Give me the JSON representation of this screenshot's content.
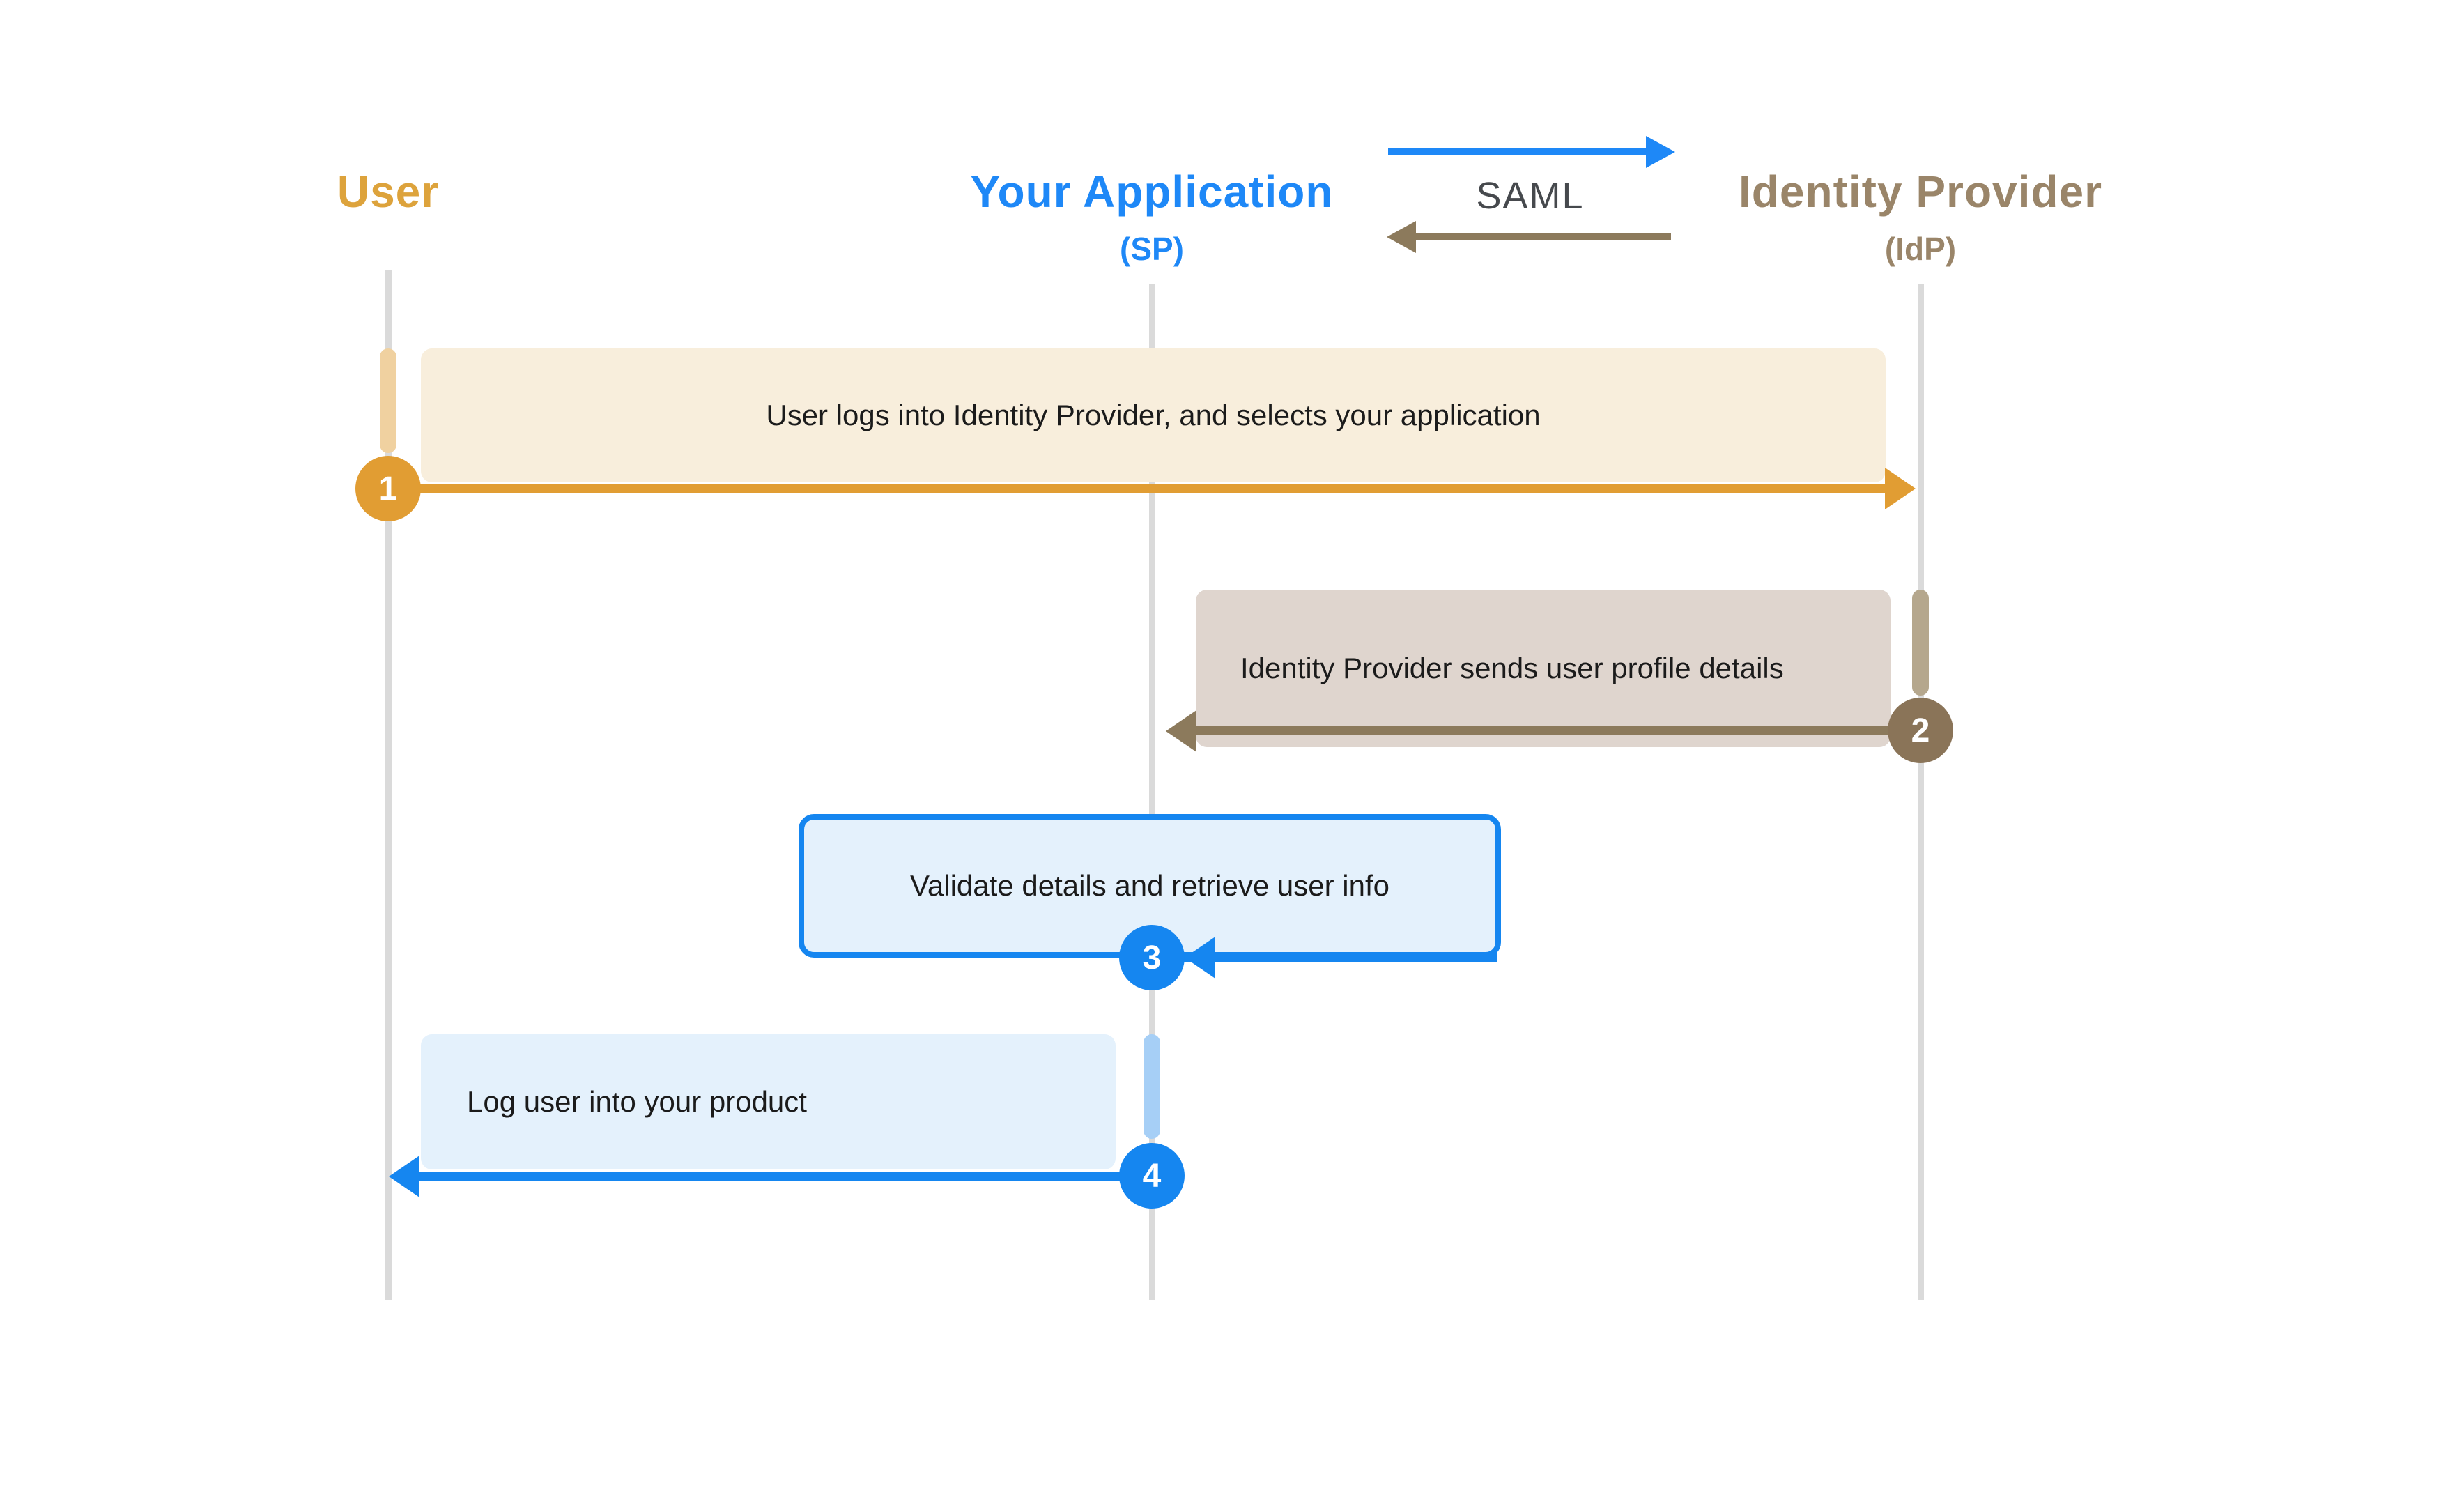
{
  "diagram": {
    "type": "sequence-diagram",
    "actors": [
      {
        "name": "User",
        "subtitle": "",
        "color": "#DDA33C"
      },
      {
        "name": "Your Application",
        "subtitle": "(SP)",
        "color": "#1E88F7"
      },
      {
        "name": "Identity Provider",
        "subtitle": "(IdP)",
        "color": "#9A8569"
      }
    ],
    "legend": {
      "label": "SAML",
      "forward_arrow_color": "#1E88F7",
      "return_arrow_color": "#8C7A5C",
      "text_color": "#46494D"
    },
    "steps": [
      {
        "num": "1",
        "label": "User logs into Identity Provider, and selects your application",
        "from": "User",
        "to": "Identity Provider",
        "arrow_color": "#E19D33",
        "box_color": "#F8EEDC"
      },
      {
        "num": "2",
        "label": "Identity Provider sends user profile details",
        "from": "Identity Provider",
        "to": "Your Application",
        "arrow_color": "#8C7A5C",
        "box_color": "#DFD5CE"
      },
      {
        "num": "3",
        "label": "Validate details and retrieve user info",
        "from": "Your Application",
        "to": "Your Application",
        "arrow_color": "#1586F0",
        "box_color": "#E4F1FC"
      },
      {
        "num": "4",
        "label": "Log user into your product",
        "from": "Your Application",
        "to": "User",
        "arrow_color": "#1586F0",
        "box_color": "#E4F1FC"
      }
    ],
    "lifeline_color": "#DADADA"
  }
}
